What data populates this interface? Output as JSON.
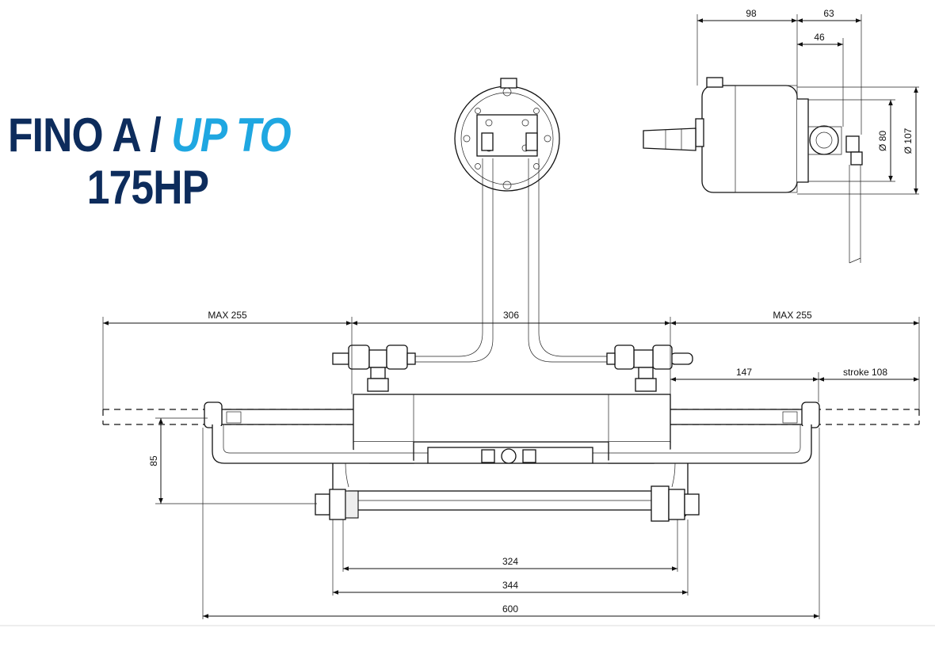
{
  "heading": {
    "line1_main": "FINO A / ",
    "line1_accent": "UP TO",
    "line2": "175HP"
  },
  "colors": {
    "heading_primary": "#0d2c5c",
    "heading_accent": "#1fa7e1",
    "line": "#111111"
  },
  "dimensions": {
    "helm_width_a": "98",
    "helm_width_b": "63",
    "helm_offset": "46",
    "helm_diameter_small": "Ø 80",
    "helm_diameter_large": "Ø 107",
    "max_left": "MAX 255",
    "center_span": "306",
    "max_right": "MAX 255",
    "rod_offset": "147",
    "stroke": "stroke 108",
    "height": "85",
    "mount_inner": "324",
    "mount_outer": "344",
    "overall": "600"
  }
}
